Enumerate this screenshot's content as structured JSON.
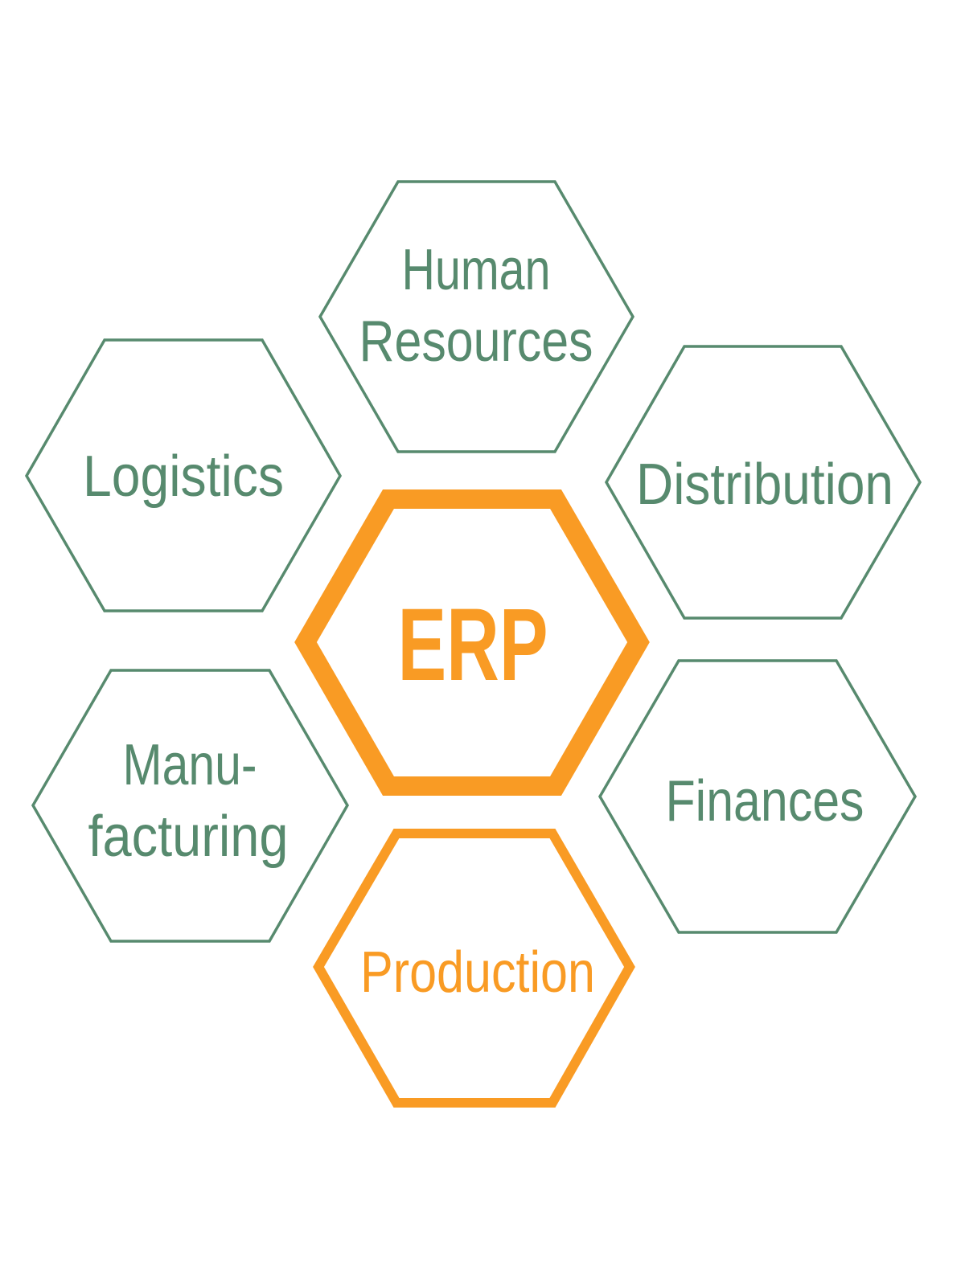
{
  "diagram": {
    "colors": {
      "accent": "#F99B24",
      "module": "#578A6E",
      "background": "#FFFFFF"
    },
    "center": {
      "label": "ERP"
    },
    "modules": [
      {
        "id": "human-resources",
        "lines": [
          "Human",
          "Resources"
        ]
      },
      {
        "id": "logistics",
        "lines": [
          "Logistics"
        ]
      },
      {
        "id": "distribution",
        "lines": [
          "Distribution"
        ]
      },
      {
        "id": "manufacturing",
        "lines": [
          "Manu-",
          "facturing"
        ]
      },
      {
        "id": "finances",
        "lines": [
          "Finances"
        ]
      },
      {
        "id": "production",
        "lines": [
          "Production"
        ],
        "highlighted": true
      }
    ]
  }
}
